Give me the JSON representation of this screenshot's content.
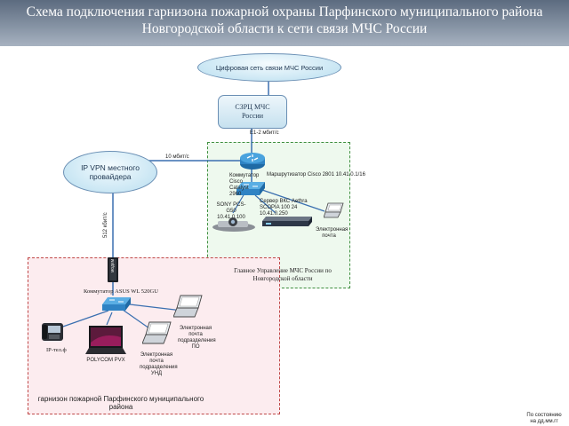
{
  "title": {
    "line1": "Схема подключения гарнизона пожарной охраны Парфинского муниципального района",
    "line2": "Новгородской области к сети связи МЧС России"
  },
  "nodes": {
    "mchs_network": "Цифровая сеть связи МЧС России",
    "szrc": "СЗРЦ МЧС России",
    "ip_vpn": "IP VPN местного провайдера",
    "router": "Маршрутизатор Cisco 2801 10.41.0.1/16",
    "cisco_switch": "Коммутатор Cisco Catalyst 2960",
    "sony": "SONY PCS-G50 10.41.0.100",
    "server": "Сервер ВКС Aethra SCOPIA 100 24 10.41.0.250",
    "laptop_hq": "Электронная почта",
    "modem": "модем",
    "asus_switch": "Коммутатор ASUS WL 520GU",
    "ip_phone": "IP-тел.ф",
    "polycom": "POLYCOM PVX",
    "laptop_po": "Электронная почта подразделения ПО",
    "laptop_ugd": "Электронная почта подразделения УНД"
  },
  "links": {
    "e1": "E1-2 мбит/с",
    "mbit10": "10 мбит/с",
    "kbit512": "512 кбит/с"
  },
  "zones": {
    "hq": "Главное Управление МЧС России по Новгородской области",
    "garrison": "гарнизон пожарной Парфинского муниципального района"
  },
  "footer": "По состоянию на дд.мм.гг",
  "colors": {
    "title_bar": "#6f7d90",
    "link": "#3a6fb0",
    "zone_green": "#3f8f3f",
    "zone_red": "#c04848",
    "node_fill": "#c7e5f3"
  },
  "icons": [
    "router-icon",
    "switch-icon",
    "laptop-icon",
    "modem-icon",
    "ip-phone-icon",
    "videoconf-camera-icon",
    "server-icon"
  ]
}
